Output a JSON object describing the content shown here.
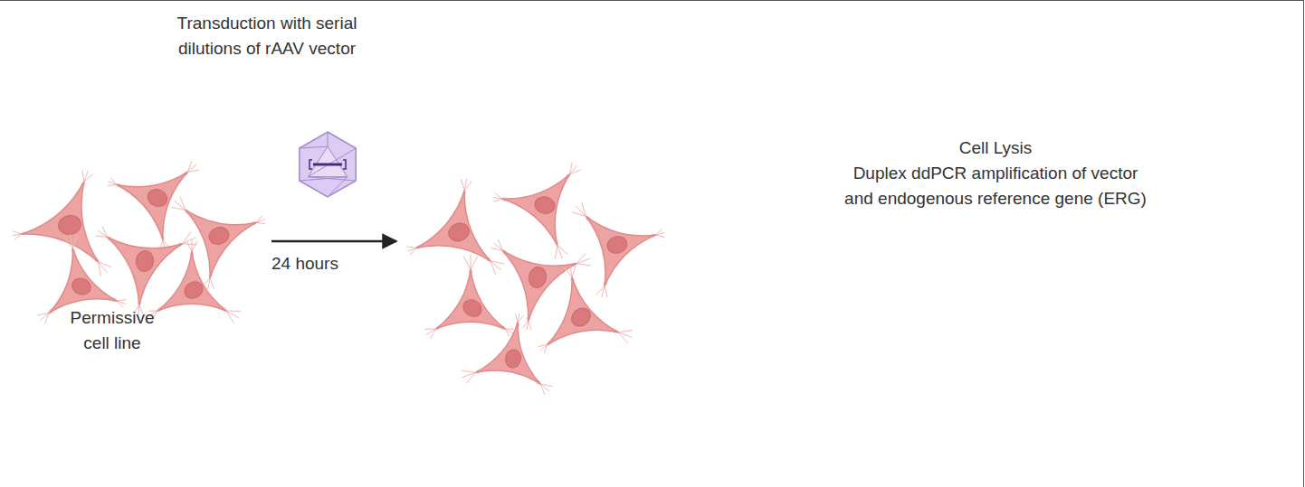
{
  "diagram": {
    "labels": [
      "Transduction with serial dilutions of rAAV vector",
      "24 hours",
      "Permissive cell line",
      "Cell Lysis",
      "Duplex ddPCR amplification of vector and endogenous reference gene (ERG)"
    ]
  }
}
